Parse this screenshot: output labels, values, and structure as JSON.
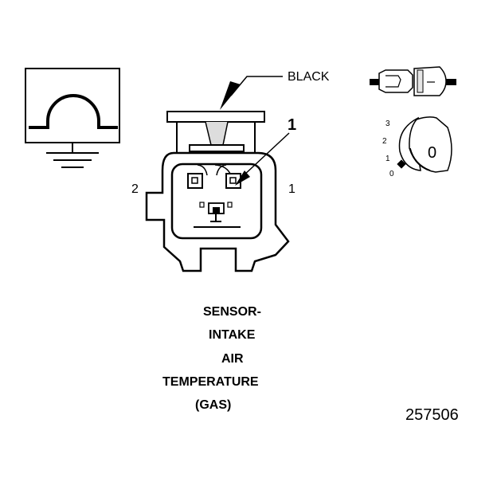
{
  "connector": {
    "color_label": "BLACK",
    "callout_pin": "1",
    "left_cavity": "2",
    "right_cavity": "1"
  },
  "meter": {
    "scale_ticks": [
      "3",
      "2",
      "1",
      "0"
    ],
    "knob_value": "0"
  },
  "caption": {
    "line1": "SENSOR-",
    "line2": "INTAKE",
    "line3": "AIR",
    "line4": "TEMPERATURE",
    "line5": "(GAS)"
  },
  "figure_number": "257506",
  "colors": {
    "ink": "#000000",
    "background": "#ffffff",
    "shade": "#e6e6e6"
  },
  "icons": [
    "ohm-symbol-icon",
    "ground-icon",
    "plug-adapter-icon",
    "selector-knob-icon",
    "leader-arrow-icon"
  ]
}
